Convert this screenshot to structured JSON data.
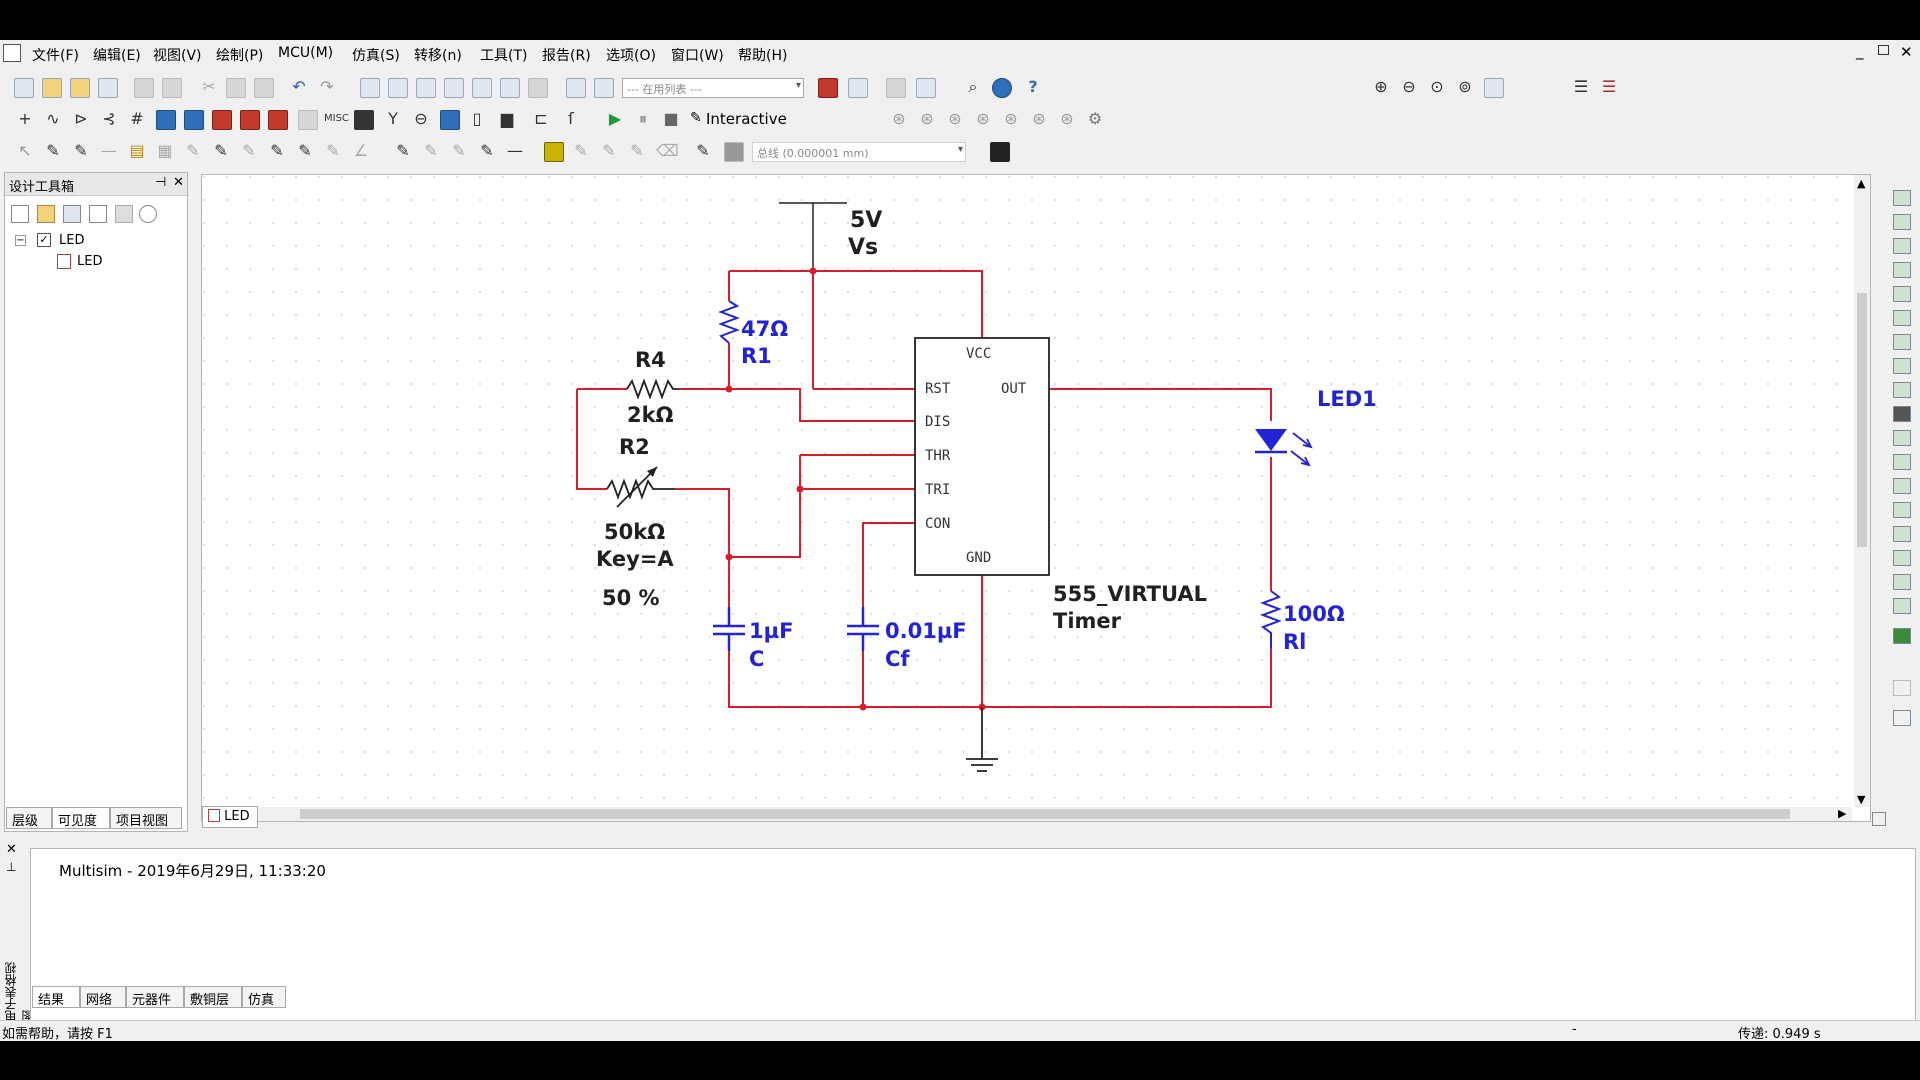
{
  "menubar": {
    "items": [
      "文件(F)",
      "编辑(E)",
      "视图(V)",
      "绘制(P)",
      "MCU(M)",
      "仿真(S)",
      "转移(n)",
      "工具(T)",
      "报告(R)",
      "选项(O)",
      "窗口(W)",
      "帮助(H)"
    ]
  },
  "toolbar": {
    "in_use_list_placeholder": "--- 在用列表 ---",
    "interactive_label": "Interactive",
    "grid_combo_value": "总线 (0.000001 mm)"
  },
  "design_toolbox": {
    "title": "设计工具箱",
    "tree": {
      "root_label": "LED",
      "child_label": "LED"
    },
    "tabs": [
      "层级",
      "可见度",
      "项目视图"
    ]
  },
  "sheet_tab": {
    "label": "LED"
  },
  "schematic": {
    "supply": {
      "value": "5V",
      "name": "Vs"
    },
    "r1": {
      "value": "47Ω",
      "name": "R1"
    },
    "r4": {
      "name": "R4",
      "value": "2kΩ"
    },
    "r2": {
      "name": "R2",
      "value": "50kΩ",
      "key": "Key=A",
      "percent": "50 %"
    },
    "c": {
      "value": "1µF",
      "name": "C"
    },
    "cf": {
      "value": "0.01µF",
      "name": "Cf"
    },
    "timer": {
      "name": "555_VIRTUAL",
      "type": "Timer",
      "pins": [
        "VCC",
        "RST",
        "OUT",
        "DIS",
        "THR",
        "TRI",
        "CON",
        "GND"
      ]
    },
    "led": {
      "name": "LED1"
    },
    "rl": {
      "value": "100Ω",
      "name": "Rl"
    }
  },
  "output": {
    "log_line": "Multisim  -  2019年6月29日, 11:33:20"
  },
  "output_tabs": [
    "结果",
    "网络",
    "元器件",
    "敷铜层",
    "仿真"
  ],
  "output_side_label": "电子表格视图",
  "statusbar": {
    "help_text": "如需帮助，请按 F1",
    "sep": "-",
    "transfer_text": "传递: 0.949 s"
  },
  "colors": {
    "wire": "#d81e2b",
    "component": "#2323d6",
    "label": "#202020"
  }
}
